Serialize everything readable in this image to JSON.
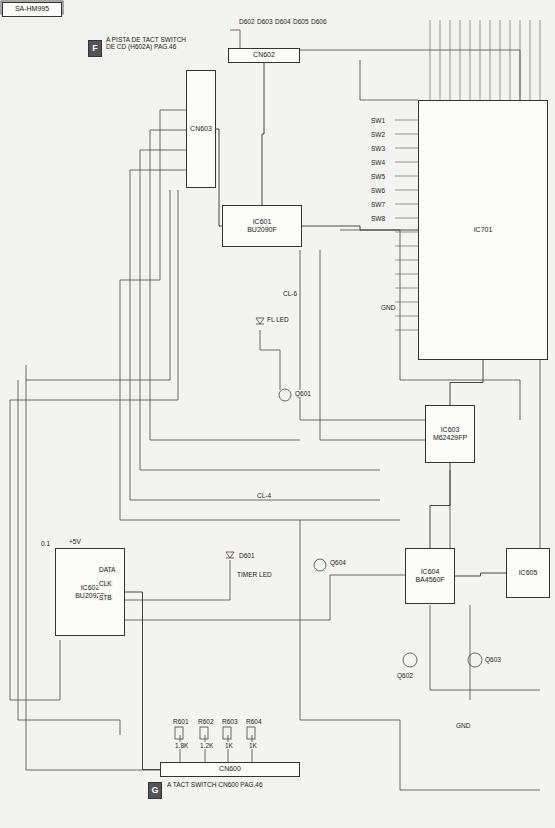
{
  "diagram": {
    "nodes": [
      {
        "text": [
          "SA-HM995"
        ]
      },
      {
        "text": [
          "F"
        ]
      },
      {
        "text": [
          "G"
        ]
      },
      {
        "text": [
          "IC601",
          "BU2090F"
        ]
      },
      {
        "text": [
          "IC603",
          "M62429FP"
        ]
      },
      {
        "text": [
          "IC602",
          "BU2092F"
        ]
      },
      {
        "text": [
          "IC604",
          "BA4560F"
        ]
      },
      {
        "text": [
          "IC605"
        ]
      },
      {
        "text": [
          "IC701"
        ]
      },
      {
        "text": [
          "CN600"
        ]
      },
      {
        "text": [
          "CN602"
        ]
      },
      {
        "text": [
          "CN603"
        ]
      }
    ],
    "edges": [
      {
        "from": 11,
        "to": 3,
        "arrow": "none"
      },
      {
        "from": 10,
        "to": 3,
        "arrow": "none"
      },
      {
        "from": 3,
        "to": 8,
        "arrow": "none"
      },
      {
        "from": 4,
        "to": 8,
        "arrow": "none"
      },
      {
        "from": 5,
        "to": 9,
        "arrow": "none"
      },
      {
        "from": 6,
        "to": 7,
        "arrow": "none"
      },
      {
        "from": 6,
        "to": 4,
        "arrow": "none"
      }
    ],
    "labels": [
      "A PISTA DE TACT SWITCH DE CD (H602A) PAG.46",
      "A TACT SWITCH CN600 PAG.46",
      "TIMER LED",
      "FL LED",
      "1.8K",
      "1.2K",
      "1K",
      "1K",
      "R601",
      "R602",
      "R603",
      "R604",
      "Q601",
      "Q602",
      "Q603",
      "Q604",
      "D601",
      "CL-6",
      "CL-4",
      "GND",
      "GND",
      "+5V",
      "0.1",
      "DATA",
      "CLK",
      "STB",
      "SW1",
      "SW2",
      "SW3",
      "SW4",
      "SW5",
      "SW6",
      "SW7",
      "SW8",
      "D602",
      "D603",
      "D604",
      "D605",
      "D606"
    ]
  }
}
